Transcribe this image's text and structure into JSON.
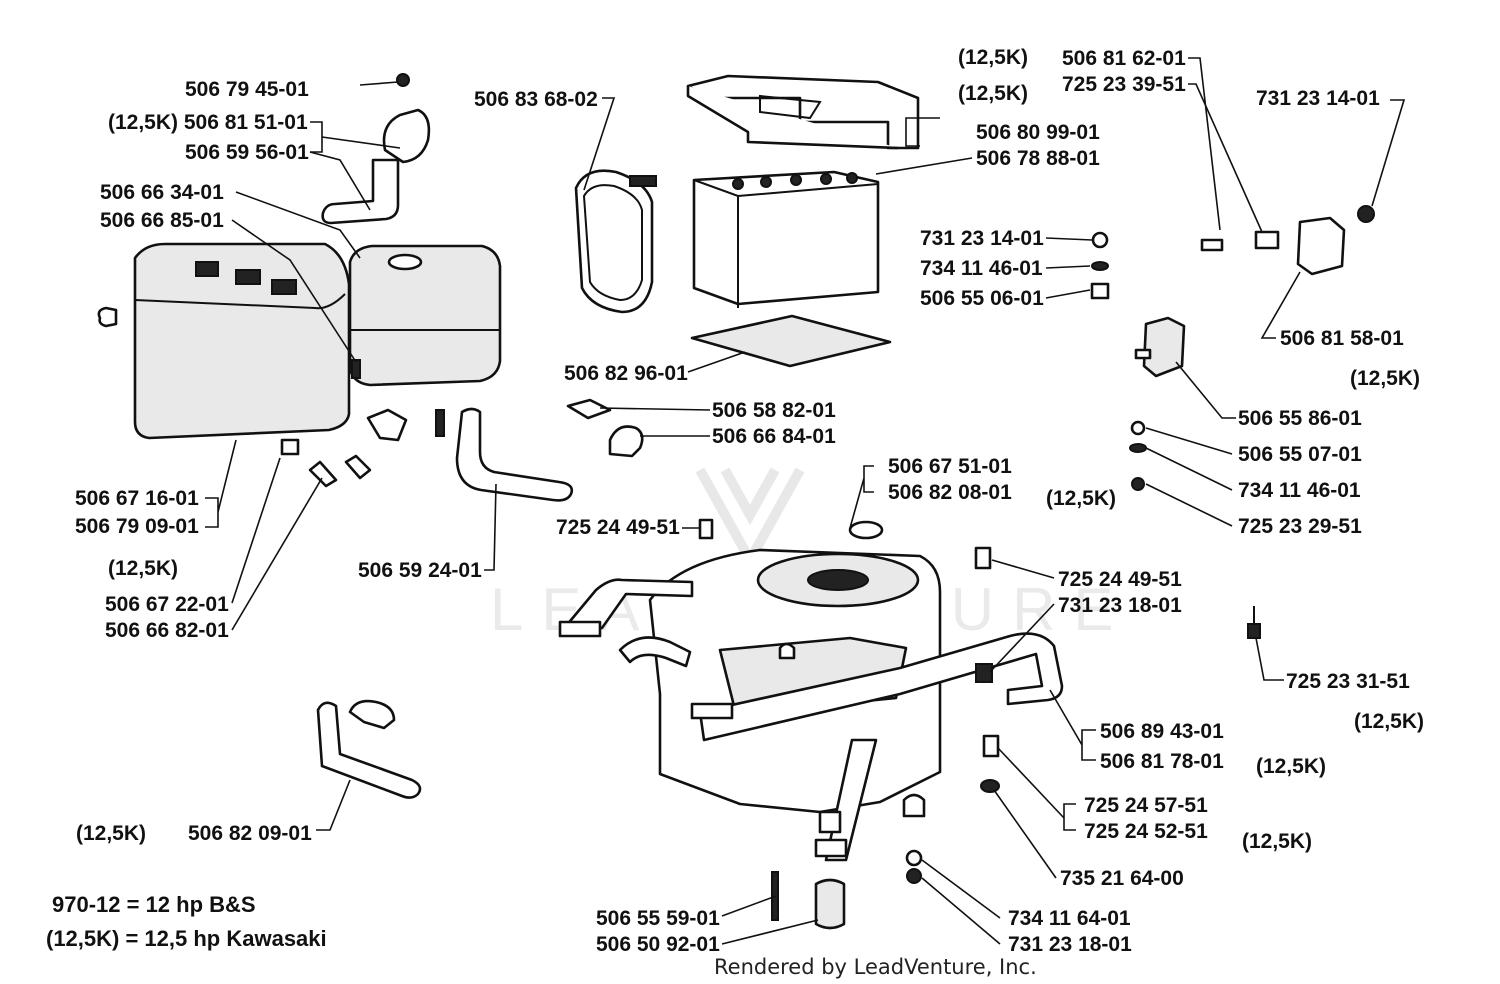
{
  "labels": {
    "p_5067945": "506 79 45-01",
    "p_5068151": "(12,5K) 506 81 51-01",
    "p_5065956": "506 59 56-01",
    "p_5066634": "506 66 34-01",
    "p_5066685": "506 66 85-01",
    "p_5066716": "506 67 16-01",
    "p_5067909": "506 79 09-01",
    "k_left1": "(12,5K)",
    "p_5066722": "506 67 22-01",
    "p_5066682": "506 66 82-01",
    "p_5065924": "506 59 24-01",
    "p_5068368": "506 83 68-02",
    "p_5068296": "506 82 96-01",
    "p_5065882": "506 58 82-01",
    "p_5066684": "506 66 84-01",
    "k_top1": "(12,5K)",
    "k_top2": "(12,5K)",
    "p_5068099": "506 80 99-01",
    "p_5067888": "506 78 88-01",
    "p_5068162": "506 81 62-01",
    "p_7252339": "725 23 39-51",
    "p_7312314a": "731 23 14-01",
    "p_7312314b": "731 23 14-01",
    "p_7341146a": "734 11 46-01",
    "p_5065506": "506 55 06-01",
    "p_5068158": "506 81 58-01",
    "k_right1": "(12,5K)",
    "p_5065586": "506 55 86-01",
    "p_5065507": "506 55 07-01",
    "p_7341146b": "734 11 46-01",
    "k_right2": "(12,5K)",
    "p_7252329": "725 23 29-51",
    "p_5066751": "506 67 51-01",
    "p_5068208": "506 82 08-01",
    "p_7252449a": "725 24 49-51",
    "p_7252449b": "725 24 49-51",
    "p_7312318a": "731 23 18-01",
    "p_7252331": "725 23 31-51",
    "k_right3": "(12,5K)",
    "p_5068943": "506 89 43-01",
    "p_5068178": "506 81 78-01",
    "k_right4": "(12,5K)",
    "p_7252457": "725 24 57-51",
    "p_7252452": "725 24 52-51",
    "k_right5": "(12,5K)",
    "p_7352164": "735 21 64-00",
    "p_7341164": "734 11 64-01",
    "p_7312318b": "731 23 18-01",
    "p_5065559": "506 55 59-01",
    "p_5065092": "506 50 92-01",
    "k_left2": "(12,5K)",
    "p_5068209": "506 82 09-01"
  },
  "legend": {
    "line1": "970-12 = 12 hp B&S",
    "line2": "(12,5K) = 12,5 hp Kawasaki"
  },
  "credit": "Rendered by LeadVenture, Inc.",
  "watermark": "LEADVENTURE"
}
